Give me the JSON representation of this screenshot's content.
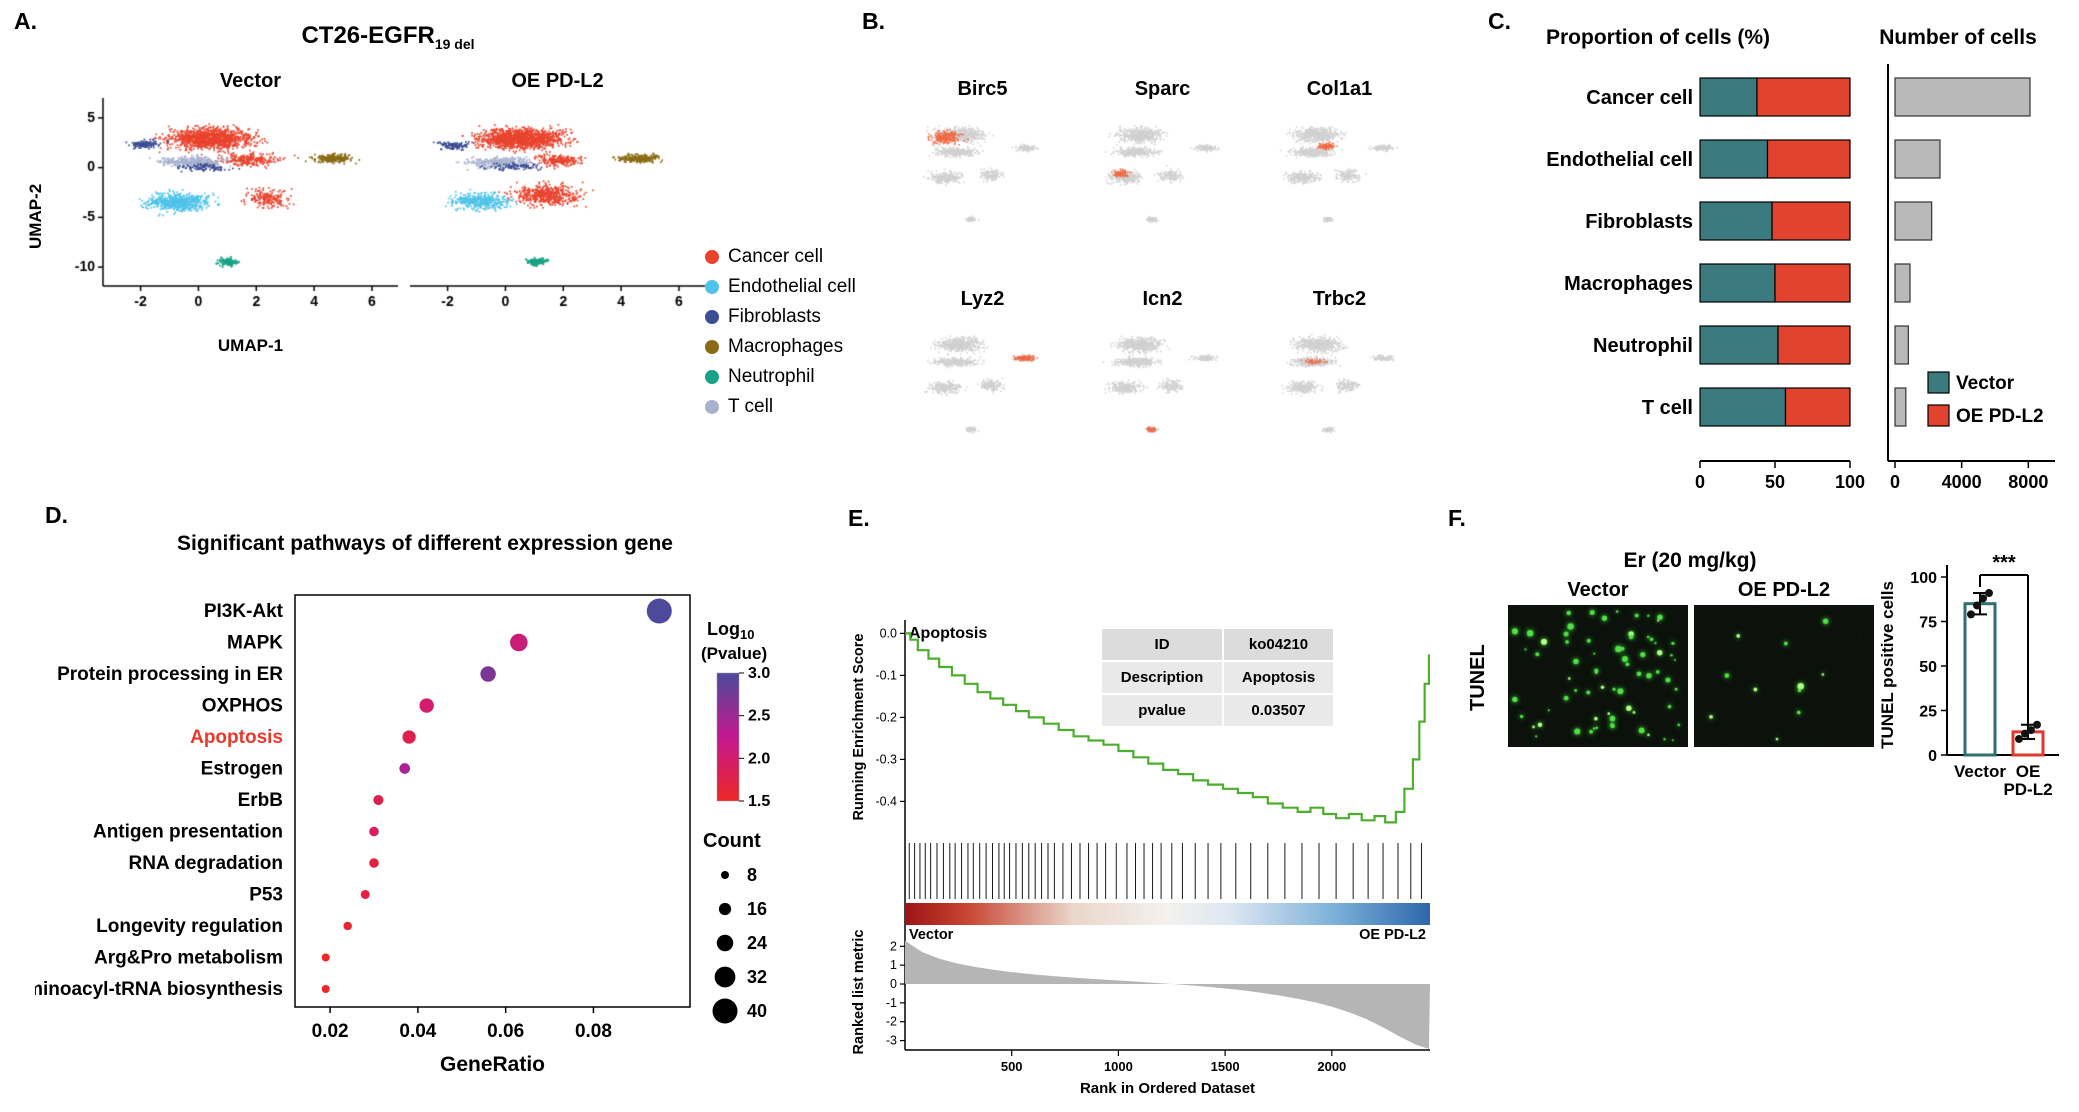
{
  "panels": {
    "a": {
      "label": "A.",
      "title_main": "CT26-EGFR",
      "title_sub": "19 del",
      "facet_left": "Vector",
      "facet_right": "OE PD-L2",
      "xlabel": "UMAP-1",
      "ylabel": "UMAP-2",
      "legend": [
        {
          "label": "Cancer cell",
          "color": "#e8442e"
        },
        {
          "label": "Endothelial cell",
          "color": "#4fc3e8"
        },
        {
          "label": "Fibroblasts",
          "color": "#3b4d93"
        },
        {
          "label": "Macrophages",
          "color": "#8a6a14"
        },
        {
          "label": "Neutrophil",
          "color": "#18a287"
        },
        {
          "label": "T cell",
          "color": "#a8b2cf"
        }
      ]
    },
    "b": {
      "label": "B."
    },
    "c": {
      "label": "C."
    },
    "d": {
      "label": "D.",
      "title": "Significant pathways of different expression gene"
    },
    "e": {
      "label": "E."
    },
    "f": {
      "label": "F.",
      "title": "Er (20 mg/kg)",
      "image_labels": [
        "Vector",
        "OE PD-L2"
      ],
      "row_label": "TUNEL"
    }
  },
  "chart_data": {
    "umap": {
      "type": "scatter",
      "xlabel": "UMAP-1",
      "ylabel": "UMAP-2",
      "xlim": [
        -3.3,
        6.9
      ],
      "ylim": [
        -11.9,
        7.0
      ],
      "xticks": [
        -2,
        0,
        2,
        4,
        6
      ],
      "yticks": [
        5,
        0,
        -5,
        -10
      ],
      "facets": [
        {
          "name": "Vector",
          "clusters": [
            {
              "cell": "Cancer cell",
              "cx": 0.4,
              "cy": 3.0,
              "sx": 1.4,
              "sy": 1.0,
              "n": 1250
            },
            {
              "cell": "Cancer cell",
              "cx": 1.7,
              "cy": 0.9,
              "sx": 0.9,
              "sy": 0.6,
              "n": 240
            },
            {
              "cell": "Cancer cell",
              "cx": 2.4,
              "cy": -3.0,
              "sx": 0.7,
              "sy": 0.9,
              "n": 190
            },
            {
              "cell": "T cell",
              "cx": -0.3,
              "cy": 0.7,
              "sx": 1.2,
              "sy": 0.5,
              "n": 330
            },
            {
              "cell": "Fibroblasts",
              "cx": -1.9,
              "cy": 2.4,
              "sx": 0.55,
              "sy": 0.4,
              "n": 130
            },
            {
              "cell": "Fibroblasts",
              "cx": 0.2,
              "cy": 0.1,
              "sx": 0.9,
              "sy": 0.35,
              "n": 100
            },
            {
              "cell": "Endothelial cell",
              "cx": -0.7,
              "cy": -3.4,
              "sx": 1.0,
              "sy": 0.85,
              "n": 620
            },
            {
              "cell": "Macrophages",
              "cx": 4.6,
              "cy": 1.0,
              "sx": 0.7,
              "sy": 0.4,
              "n": 220
            },
            {
              "cell": "Neutrophil",
              "cx": 1.0,
              "cy": -9.4,
              "sx": 0.3,
              "sy": 0.35,
              "n": 140
            }
          ]
        },
        {
          "name": "OE PD-L2",
          "clusters": [
            {
              "cell": "Cancer cell",
              "cx": 0.5,
              "cy": 3.0,
              "sx": 1.4,
              "sy": 1.0,
              "n": 1300
            },
            {
              "cell": "Cancer cell",
              "cx": 1.4,
              "cy": -2.7,
              "sx": 1.1,
              "sy": 1.0,
              "n": 520
            },
            {
              "cell": "Cancer cell",
              "cx": 1.8,
              "cy": 0.8,
              "sx": 0.8,
              "sy": 0.55,
              "n": 220
            },
            {
              "cell": "T cell",
              "cx": -0.2,
              "cy": 0.6,
              "sx": 1.1,
              "sy": 0.5,
              "n": 300
            },
            {
              "cell": "Fibroblasts",
              "cx": -1.8,
              "cy": 2.3,
              "sx": 0.5,
              "sy": 0.38,
              "n": 110
            },
            {
              "cell": "Fibroblasts",
              "cx": 0.3,
              "cy": 0.2,
              "sx": 0.85,
              "sy": 0.35,
              "n": 90
            },
            {
              "cell": "Endothelial cell",
              "cx": -0.9,
              "cy": -3.3,
              "sx": 0.95,
              "sy": 0.8,
              "n": 400
            },
            {
              "cell": "Macrophages",
              "cx": 4.6,
              "cy": 1.0,
              "sx": 0.7,
              "sy": 0.4,
              "n": 220
            },
            {
              "cell": "Neutrophil",
              "cx": 1.05,
              "cy": -9.4,
              "sx": 0.32,
              "sy": 0.38,
              "n": 150
            }
          ]
        }
      ]
    },
    "features": {
      "type": "scatter",
      "base_color": "#d0d0d0",
      "highlight_color": "#ee6a45",
      "xlim": [
        -3.3,
        6.9
      ],
      "ylim": [
        -11.9,
        7.0
      ],
      "base_clusters": [
        {
          "cx": 0.3,
          "cy": 2.9,
          "sx": 1.4,
          "sy": 1.0,
          "n": 520
        },
        {
          "cx": 0.0,
          "cy": 0.4,
          "sx": 1.3,
          "sy": 0.6,
          "n": 330
        },
        {
          "cx": -0.7,
          "cy": -3.3,
          "sx": 1.0,
          "sy": 0.8,
          "n": 260
        },
        {
          "cx": 2.3,
          "cy": -3.0,
          "sx": 0.75,
          "sy": 0.85,
          "n": 140
        },
        {
          "cx": 4.6,
          "cy": 1.0,
          "sx": 0.7,
          "sy": 0.4,
          "n": 120
        },
        {
          "cx": 1.0,
          "cy": -9.4,
          "sx": 0.3,
          "sy": 0.35,
          "n": 70
        }
      ],
      "genes": [
        {
          "name": "Birc5",
          "clusters": [
            {
              "cx": -0.7,
              "cy": 2.5,
              "sx": 0.9,
              "sy": 1.0,
              "n": 240
            }
          ]
        },
        {
          "name": "Sparc",
          "clusters": [
            {
              "cx": -1.0,
              "cy": -2.7,
              "sx": 0.55,
              "sy": 0.5,
              "n": 90
            }
          ]
        },
        {
          "name": "Col1a1",
          "clusters": [
            {
              "cx": 0.9,
              "cy": 1.3,
              "sx": 0.6,
              "sy": 0.45,
              "n": 85
            }
          ]
        },
        {
          "name": "Lyz2",
          "clusters": [
            {
              "cx": 4.6,
              "cy": 1.0,
              "sx": 0.65,
              "sy": 0.38,
              "n": 110
            }
          ]
        },
        {
          "name": "Icn2",
          "clusters": [
            {
              "cx": 1.0,
              "cy": -9.4,
              "sx": 0.28,
              "sy": 0.33,
              "n": 65
            }
          ]
        },
        {
          "name": "Trbc2",
          "clusters": [
            {
              "cx": 0.1,
              "cy": 0.5,
              "sx": 0.7,
              "sy": 0.35,
              "n": 45
            }
          ]
        }
      ]
    },
    "proportion": {
      "type": "bar",
      "title": "Proportion of cells (%)",
      "categories": [
        "Cancer cell",
        "Endothelial cell",
        "Fibroblasts",
        "Macrophages",
        "Neutrophil",
        "T cell"
      ],
      "series": [
        {
          "name": "Vector",
          "color": "#3b7a7e",
          "values": [
            38,
            45,
            48,
            50,
            52,
            57
          ]
        },
        {
          "name": "OE PD-L2",
          "color": "#e2432f",
          "values": [
            62,
            55,
            52,
            50,
            48,
            43
          ]
        }
      ],
      "xticks": [
        0,
        50,
        100
      ]
    },
    "counts": {
      "type": "bar",
      "title": "Number of cells",
      "categories": [
        "Cancer cell",
        "Endothelial cell",
        "Fibroblasts",
        "Macrophages",
        "Neutrophil",
        "T cell"
      ],
      "values": [
        8100,
        2700,
        2200,
        900,
        800,
        650
      ],
      "color": "#b9b9b9",
      "xticks": [
        0,
        4000,
        8000
      ],
      "xlim": [
        0,
        9300
      ]
    },
    "pathways": {
      "type": "scatter",
      "title": "Significant pathways of different expression gene",
      "xlabel": "GeneRatio",
      "xticks": [
        0.02,
        0.04,
        0.06,
        0.08
      ],
      "xlim": [
        0.012,
        0.102
      ],
      "highlight_category": "Apoptosis",
      "highlight_color": "#e8392b",
      "color_legend": {
        "title_main": "Log",
        "title_sub": "10",
        "title_paren": "(Pvalue)",
        "ticks": [
          3.0,
          2.5,
          2.0,
          1.5
        ],
        "stops": [
          "#ee2724",
          "#c2188e",
          "#4d4a9c"
        ]
      },
      "size_legend": {
        "title": "Count",
        "values": [
          8,
          16,
          24,
          32,
          40
        ]
      },
      "points": [
        {
          "pathway": "PI3K-Akt",
          "ratio": 0.095,
          "log10p": 3.0,
          "count": 40
        },
        {
          "pathway": "MAPK",
          "ratio": 0.063,
          "log10p": 2.1,
          "count": 26
        },
        {
          "pathway": "Protein processing in ER",
          "ratio": 0.056,
          "log10p": 2.7,
          "count": 22
        },
        {
          "pathway": "OXPHOS",
          "ratio": 0.042,
          "log10p": 2.0,
          "count": 20
        },
        {
          "pathway": "Apoptosis",
          "ratio": 0.038,
          "log10p": 1.8,
          "count": 18
        },
        {
          "pathway": "Estrogen",
          "ratio": 0.037,
          "log10p": 2.4,
          "count": 13
        },
        {
          "pathway": "ErbB",
          "ratio": 0.031,
          "log10p": 1.8,
          "count": 12
        },
        {
          "pathway": "Antigen presentation",
          "ratio": 0.03,
          "log10p": 1.9,
          "count": 11
        },
        {
          "pathway": "RNA degradation",
          "ratio": 0.03,
          "log10p": 1.7,
          "count": 11
        },
        {
          "pathway": "P53",
          "ratio": 0.028,
          "log10p": 1.7,
          "count": 10
        },
        {
          "pathway": "Longevity regulation",
          "ratio": 0.024,
          "log10p": 1.6,
          "count": 9
        },
        {
          "pathway": "Arg&Pro metabolism",
          "ratio": 0.019,
          "log10p": 1.5,
          "count": 8
        },
        {
          "pathway": "Aminoacyl-tRNA biosynthesis",
          "ratio": 0.019,
          "log10p": 1.5,
          "count": 8
        }
      ]
    },
    "gsea": {
      "type": "line",
      "title": "Apoptosis",
      "es_ylabel": "Running Enrichment Score",
      "metric_ylabel": "Ranked list metric",
      "xlabel": "Rank in Ordered Dataset",
      "xticks": [
        500,
        1000,
        1500,
        2000
      ],
      "xlim": [
        0,
        2460
      ],
      "es_yticks": [
        0,
        -0.1,
        -0.2,
        -0.3,
        -0.4
      ],
      "metric_yticks": [
        2,
        1,
        0,
        -1,
        -2,
        -3
      ],
      "curve_color": "#4cae2c",
      "left_label": "Vector",
      "right_label": "OE PD-L2",
      "table": {
        "rows": [
          [
            "ID",
            "ko04210"
          ],
          [
            "Description",
            "Apoptosis"
          ],
          [
            "pvalue",
            "0.03507"
          ]
        ]
      },
      "strip_stops": [
        {
          "o": 0,
          "c": "#9e1315"
        },
        {
          "o": 0.12,
          "c": "#c84633"
        },
        {
          "o": 0.32,
          "c": "#ead6ca"
        },
        {
          "o": 0.5,
          "c": "#f4f1ee"
        },
        {
          "o": 0.62,
          "c": "#dde7f2"
        },
        {
          "o": 0.82,
          "c": "#7cb0d8"
        },
        {
          "o": 1,
          "c": "#2c67ad"
        }
      ],
      "es_curve": [
        [
          0,
          0
        ],
        [
          25,
          -0.015
        ],
        [
          60,
          -0.04
        ],
        [
          110,
          -0.06
        ],
        [
          160,
          -0.08
        ],
        [
          220,
          -0.1
        ],
        [
          280,
          -0.12
        ],
        [
          340,
          -0.14
        ],
        [
          400,
          -0.155
        ],
        [
          460,
          -0.17
        ],
        [
          520,
          -0.185
        ],
        [
          580,
          -0.2
        ],
        [
          650,
          -0.215
        ],
        [
          720,
          -0.23
        ],
        [
          790,
          -0.245
        ],
        [
          860,
          -0.255
        ],
        [
          930,
          -0.265
        ],
        [
          1000,
          -0.28
        ],
        [
          1070,
          -0.295
        ],
        [
          1140,
          -0.31
        ],
        [
          1210,
          -0.325
        ],
        [
          1280,
          -0.335
        ],
        [
          1350,
          -0.35
        ],
        [
          1420,
          -0.36
        ],
        [
          1490,
          -0.37
        ],
        [
          1560,
          -0.38
        ],
        [
          1630,
          -0.39
        ],
        [
          1700,
          -0.405
        ],
        [
          1770,
          -0.415
        ],
        [
          1840,
          -0.425
        ],
        [
          1900,
          -0.415
        ],
        [
          1960,
          -0.43
        ],
        [
          2020,
          -0.44
        ],
        [
          2080,
          -0.43
        ],
        [
          2140,
          -0.445
        ],
        [
          2200,
          -0.435
        ],
        [
          2250,
          -0.45
        ],
        [
          2300,
          -0.425
        ],
        [
          2340,
          -0.37
        ],
        [
          2380,
          -0.3
        ],
        [
          2410,
          -0.21
        ],
        [
          2435,
          -0.12
        ],
        [
          2455,
          -0.05
        ]
      ],
      "ranked_metric": [
        [
          0,
          2.3
        ],
        [
          80,
          1.7
        ],
        [
          160,
          1.35
        ],
        [
          240,
          1.1
        ],
        [
          320,
          0.92
        ],
        [
          400,
          0.78
        ],
        [
          480,
          0.66
        ],
        [
          560,
          0.56
        ],
        [
          640,
          0.47
        ],
        [
          720,
          0.4
        ],
        [
          800,
          0.33
        ],
        [
          880,
          0.27
        ],
        [
          960,
          0.21
        ],
        [
          1040,
          0.16
        ],
        [
          1120,
          0.1
        ],
        [
          1200,
          0.04
        ],
        [
          1280,
          -0.02
        ],
        [
          1360,
          -0.09
        ],
        [
          1440,
          -0.17
        ],
        [
          1520,
          -0.26
        ],
        [
          1600,
          -0.36
        ],
        [
          1680,
          -0.48
        ],
        [
          1760,
          -0.62
        ],
        [
          1840,
          -0.78
        ],
        [
          1920,
          -0.97
        ],
        [
          2000,
          -1.2
        ],
        [
          2080,
          -1.5
        ],
        [
          2160,
          -1.85
        ],
        [
          2240,
          -2.3
        ],
        [
          2320,
          -2.8
        ],
        [
          2390,
          -3.2
        ],
        [
          2455,
          -3.45
        ]
      ],
      "hits": [
        20,
        45,
        70,
        95,
        120,
        150,
        180,
        210,
        235,
        265,
        295,
        320,
        350,
        380,
        410,
        440,
        465,
        490,
        520,
        550,
        580,
        610,
        640,
        670,
        700,
        740,
        780,
        820,
        860,
        900,
        940,
        990,
        1040,
        1080,
        1120,
        1160,
        1200,
        1250,
        1300,
        1360,
        1420,
        1480,
        1550,
        1620,
        1700,
        1780,
        1860,
        1940,
        2020,
        2100,
        2170,
        2240,
        2310,
        2370,
        2420
      ]
    },
    "tunel": {
      "type": "bar",
      "title": "Er (20 mg/kg)",
      "row_label": "TUNEL",
      "images": [
        {
          "name": "Vector",
          "dots": 70
        },
        {
          "name": "OE PD-L2",
          "dots": 11
        }
      ],
      "bar": {
        "ylabel": "TUNEL positive cells",
        "yticks": [
          0,
          25,
          50,
          75,
          100
        ],
        "categories": [
          "Vector",
          "OE PD-L2"
        ],
        "categories_lines": [
          [
            "Vector"
          ],
          [
            "OE",
            "PD-L2"
          ]
        ],
        "values": [
          85,
          13
        ],
        "errors": [
          6,
          4
        ],
        "colors": [
          "#2e6f72",
          "#e03a2f"
        ],
        "points": [
          [
            79,
            84,
            88,
            91
          ],
          [
            9,
            12,
            14,
            17
          ]
        ],
        "significance": "***"
      }
    }
  }
}
